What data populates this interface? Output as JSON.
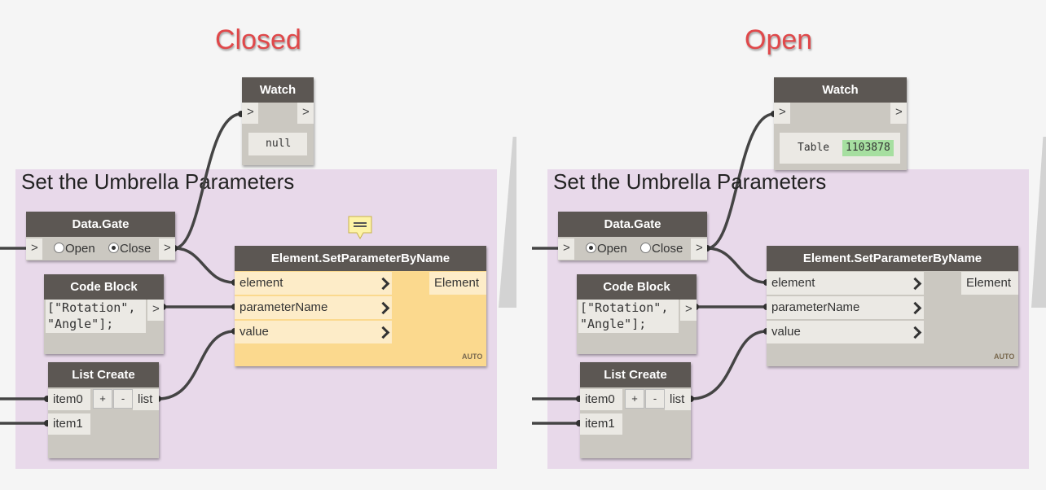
{
  "headings": {
    "closed": "Closed",
    "open": "Open"
  },
  "panels": [
    {
      "state": "closed",
      "watch": {
        "title": "Watch",
        "in_port": ">",
        "out_port": ">",
        "value": "null"
      },
      "group_title": "Set the Umbrella Parameters",
      "gate": {
        "title": "Data.Gate",
        "in_port": ">",
        "out_port": ">",
        "opt_open": "Open",
        "opt_close": "Close",
        "selected": "Close"
      },
      "code_block": {
        "title": "Code Block",
        "code_line1": "[\"Rotation\",",
        "code_line2": "\"Angle\"];",
        "out_port": ">"
      },
      "list_create": {
        "title": "List Create",
        "item0": "item0",
        "item1": "item1",
        "add": "+",
        "remove": "-",
        "out": "list"
      },
      "set_param": {
        "title": "Element.SetParameterByName",
        "in1": "element",
        "in2": "parameterName",
        "in3": "value",
        "out": "Element",
        "auto": "AUTO"
      }
    },
    {
      "state": "open",
      "watch": {
        "title": "Watch",
        "in_port": ">",
        "out_port": ">",
        "value_label": "Table",
        "value_badge": "1103878"
      },
      "group_title": "Set the Umbrella Parameters",
      "gate": {
        "title": "Data.Gate",
        "in_port": ">",
        "out_port": ">",
        "opt_open": "Open",
        "opt_close": "Close",
        "selected": "Open"
      },
      "code_block": {
        "title": "Code Block",
        "code_line1": "[\"Rotation\",",
        "code_line2": "\"Angle\"];",
        "out_port": ">"
      },
      "list_create": {
        "title": "List Create",
        "item0": "item0",
        "item1": "item1",
        "add": "+",
        "remove": "-",
        "out": "list"
      },
      "set_param": {
        "title": "Element.SetParameterByName",
        "in1": "element",
        "in2": "parameterName",
        "in3": "value",
        "out": "Element",
        "auto": "AUTO"
      }
    }
  ],
  "colors": {
    "heading": "#e0484a",
    "group_bg": "#e8d9ea",
    "node_header": "#5c5753",
    "node_body": "#cbc8c1",
    "highlight_node": "#fbd98e",
    "badge": "#a6dfa0"
  }
}
